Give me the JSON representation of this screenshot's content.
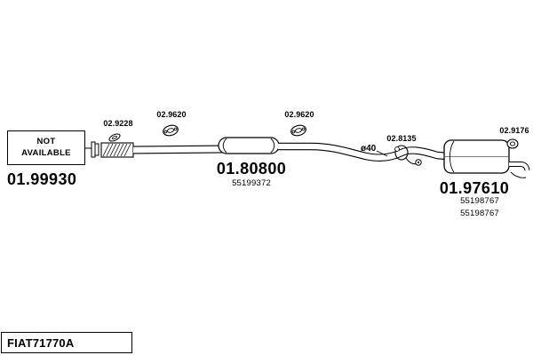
{
  "page": {
    "ink_color": "#000000",
    "background_color": "#ffffff",
    "footer_code": "FIAT71770A"
  },
  "diagram": {
    "not_available_line1": "NOT",
    "not_available_line2": "AVAILABLE",
    "front_part_number": "01.99930",
    "gasket_front_label": "02.9228",
    "ring_label_1": "02.9620",
    "ring_label_2": "02.9620",
    "mid_muffler_part": "01.80800",
    "mid_muffler_ref": "55199372",
    "pipe_diameter": "ø40",
    "clamp_label": "02.8135",
    "tail_ring_label": "02.9176",
    "rear_muffler_part": "01.97610",
    "rear_muffler_ref_1": "55198767",
    "rear_muffler_ref_2": "55198767"
  }
}
